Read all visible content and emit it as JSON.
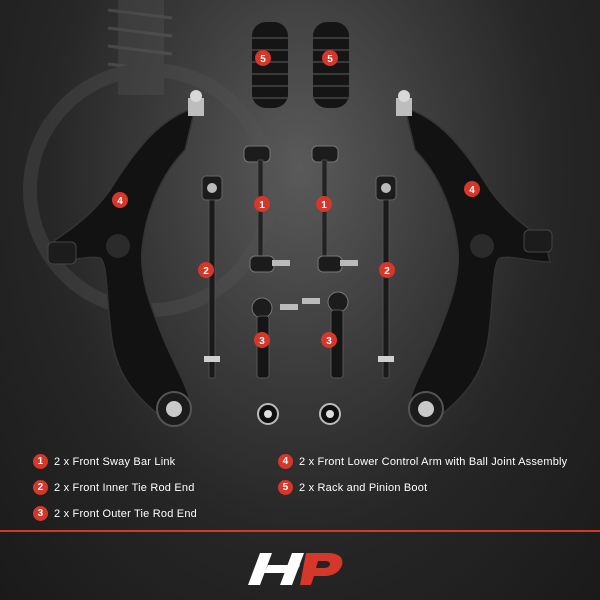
{
  "colors": {
    "accent": "#d6372b",
    "text": "#ffffff",
    "background": "#262626"
  },
  "badges": {
    "sway_bar_link": "1",
    "inner_tie_rod": "2",
    "outer_tie_rod": "3",
    "control_arm": "4",
    "boot": "5"
  },
  "legend": [
    {
      "num": "1",
      "text": "2 x Front Sway Bar Link"
    },
    {
      "num": "2",
      "text": "2 x Front Inner Tie Rod End"
    },
    {
      "num": "3",
      "text": "2 x Front Outer Tie Rod End"
    },
    {
      "num": "4",
      "text": "2 x Front Lower Control Arm with Ball Joint Assembly"
    },
    {
      "num": "5",
      "text": "2 x Rack and Pinion Boot"
    }
  ],
  "logo": {
    "icon": "brand-logo"
  }
}
